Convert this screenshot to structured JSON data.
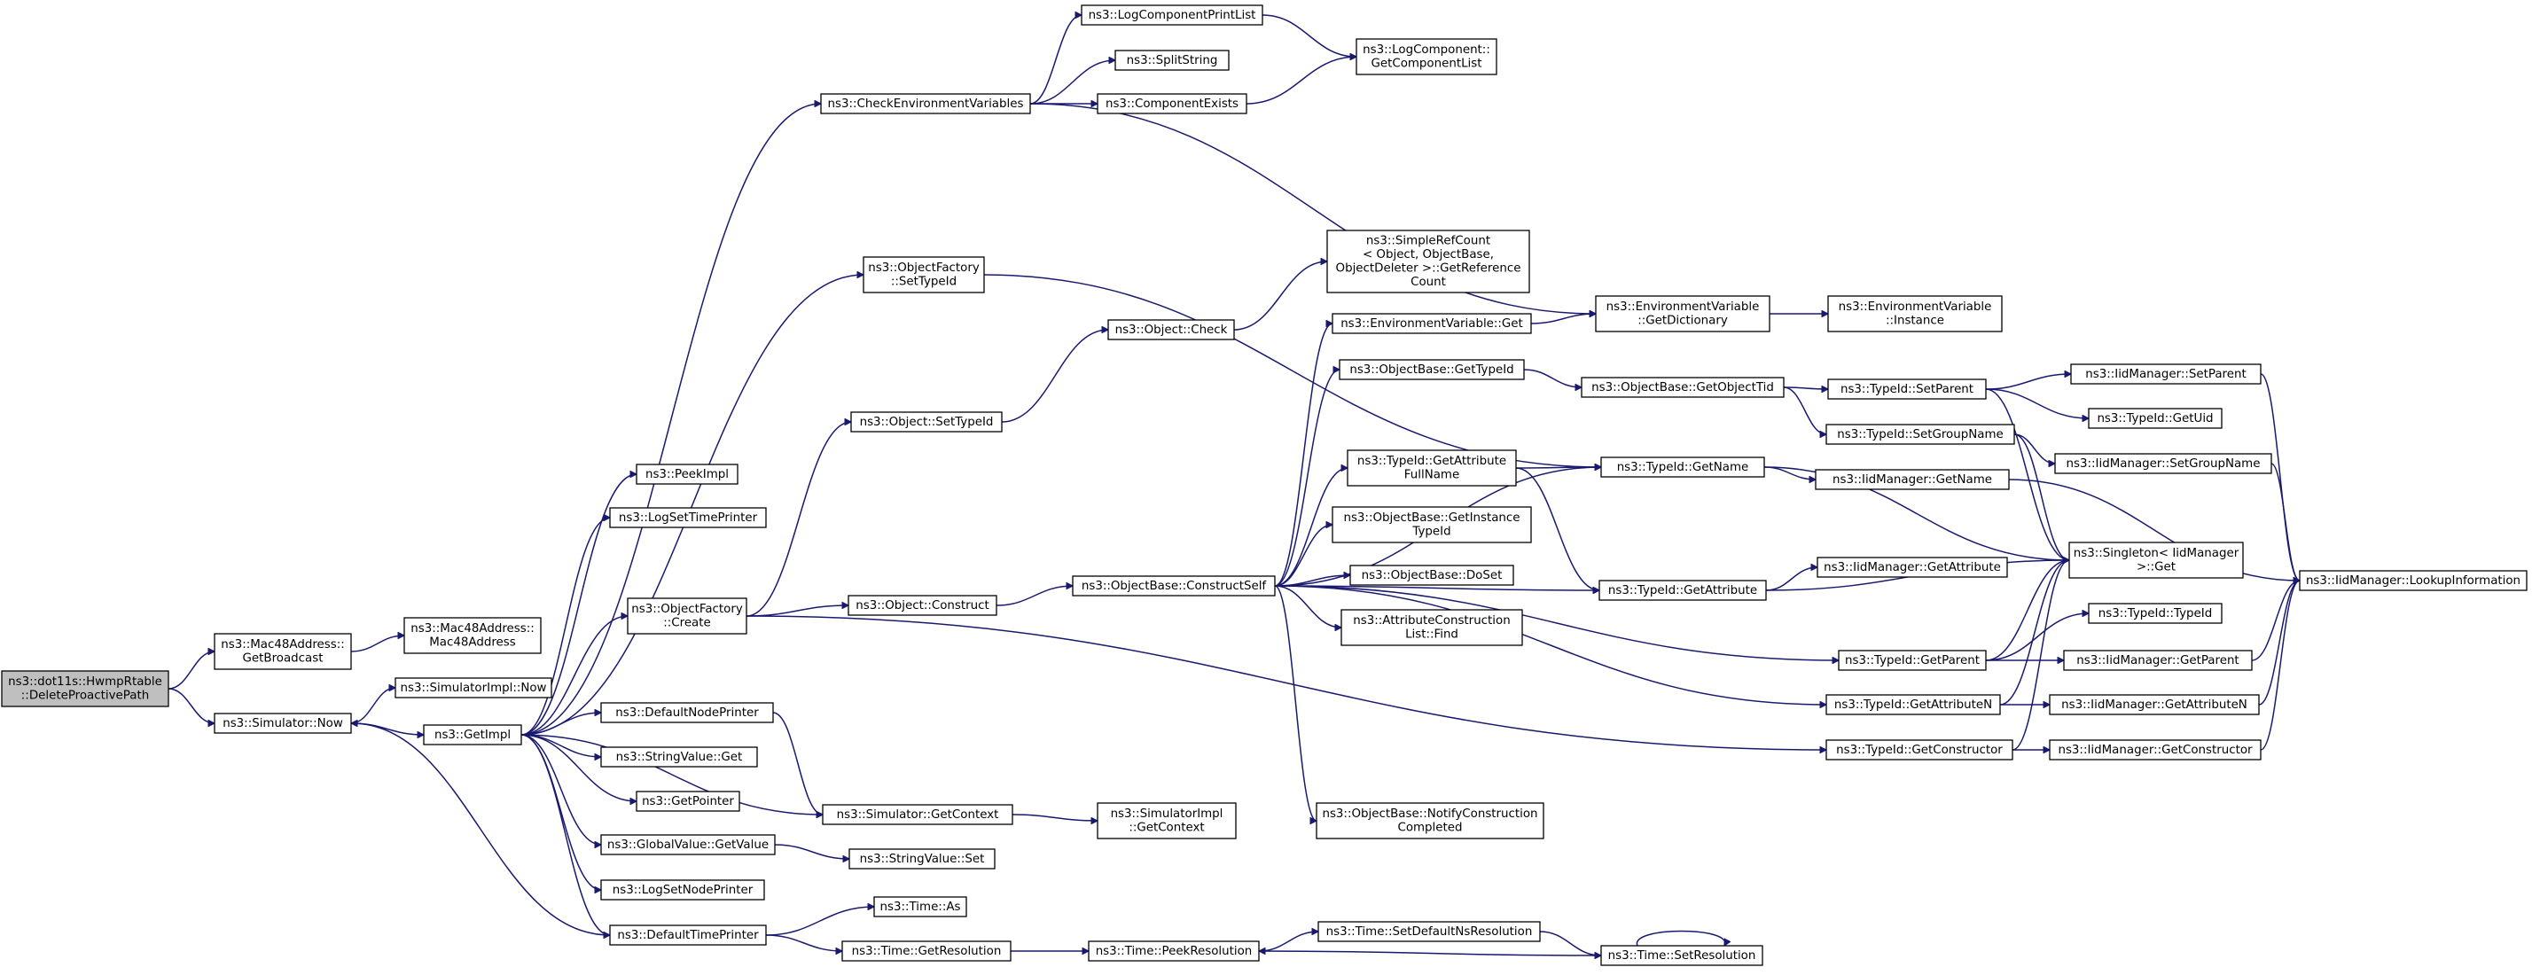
{
  "diagram": {
    "title": "",
    "colors": {
      "edge": "#191970",
      "root_fill": "#bfbfbf",
      "node_fill": "#ffffff",
      "node_border": "#000000"
    },
    "nodes": [
      {
        "id": "root",
        "lines": [
          "ns3::dot11s::HwmpRtable",
          "::DeleteProactivePath"
        ],
        "root": true
      },
      {
        "id": "mac_bc",
        "lines": [
          "ns3::Mac48Address::",
          "GetBroadcast"
        ]
      },
      {
        "id": "mac_ctor",
        "lines": [
          "ns3::Mac48Address::",
          "Mac48Address"
        ]
      },
      {
        "id": "sim_now",
        "lines": [
          "ns3::Simulator::Now"
        ]
      },
      {
        "id": "simimpl_now",
        "lines": [
          "ns3::SimulatorImpl::Now"
        ]
      },
      {
        "id": "getimpl",
        "lines": [
          "ns3::GetImpl"
        ]
      },
      {
        "id": "peekimpl",
        "lines": [
          "ns3::PeekImpl"
        ]
      },
      {
        "id": "logsettime",
        "lines": [
          "ns3::LogSetTimePrinter"
        ]
      },
      {
        "id": "of_create",
        "lines": [
          "ns3::ObjectFactory",
          "::Create"
        ]
      },
      {
        "id": "defnode",
        "lines": [
          "ns3::DefaultNodePrinter"
        ]
      },
      {
        "id": "strval_get",
        "lines": [
          "ns3::StringValue::Get"
        ]
      },
      {
        "id": "getpointer",
        "lines": [
          "ns3::GetPointer"
        ]
      },
      {
        "id": "gv_getvalue",
        "lines": [
          "ns3::GlobalValue::GetValue"
        ]
      },
      {
        "id": "logsetnode",
        "lines": [
          "ns3::LogSetNodePrinter"
        ]
      },
      {
        "id": "deftime",
        "lines": [
          "ns3::DefaultTimePrinter"
        ]
      },
      {
        "id": "checkenv",
        "lines": [
          "ns3::CheckEnvironmentVariables"
        ]
      },
      {
        "id": "of_settypeid",
        "lines": [
          "ns3::ObjectFactory",
          "::SetTypeId"
        ]
      },
      {
        "id": "obj_settypeid",
        "lines": [
          "ns3::Object::SetTypeId"
        ]
      },
      {
        "id": "obj_construct",
        "lines": [
          "ns3::Object::Construct"
        ]
      },
      {
        "id": "sim_getctx",
        "lines": [
          "ns3::Simulator::GetContext"
        ]
      },
      {
        "id": "strval_set",
        "lines": [
          "ns3::StringValue::Set"
        ]
      },
      {
        "id": "time_as",
        "lines": [
          "ns3::Time::As"
        ]
      },
      {
        "id": "time_getres",
        "lines": [
          "ns3::Time::GetResolution"
        ]
      },
      {
        "id": "logcompprint",
        "lines": [
          "ns3::LogComponentPrintList"
        ]
      },
      {
        "id": "splitstring",
        "lines": [
          "ns3::SplitString"
        ]
      },
      {
        "id": "compexists",
        "lines": [
          "ns3::ComponentExists"
        ]
      },
      {
        "id": "obj_check",
        "lines": [
          "ns3::Object::Check"
        ]
      },
      {
        "id": "ob_constructself",
        "lines": [
          "ns3::ObjectBase::ConstructSelf"
        ]
      },
      {
        "id": "simimpl_getctx",
        "lines": [
          "ns3::SimulatorImpl",
          "::GetContext"
        ]
      },
      {
        "id": "time_peekres",
        "lines": [
          "ns3::Time::PeekResolution"
        ]
      },
      {
        "id": "logcomp_list",
        "lines": [
          "ns3::LogComponent::",
          "GetComponentList"
        ]
      },
      {
        "id": "simplerefcount",
        "lines": [
          "ns3::SimpleRefCount",
          "< Object, ObjectBase,",
          "ObjectDeleter >::GetReference",
          "Count"
        ]
      },
      {
        "id": "envvar_get",
        "lines": [
          "ns3::EnvironmentVariable::Get"
        ]
      },
      {
        "id": "ob_gettypeid",
        "lines": [
          "ns3::ObjectBase::GetTypeId"
        ]
      },
      {
        "id": "tid_getattrfull",
        "lines": [
          "ns3::TypeId::GetAttribute",
          "FullName"
        ]
      },
      {
        "id": "ob_getinst",
        "lines": [
          "ns3::ObjectBase::GetInstance",
          "TypeId"
        ]
      },
      {
        "id": "ob_doset",
        "lines": [
          "ns3::ObjectBase::DoSet"
        ]
      },
      {
        "id": "acl_find",
        "lines": [
          "ns3::AttributeConstruction",
          "List::Find"
        ]
      },
      {
        "id": "ob_notify",
        "lines": [
          "ns3::ObjectBase::NotifyConstruction",
          "Completed"
        ]
      },
      {
        "id": "time_setdefns",
        "lines": [
          "ns3::Time::SetDefaultNsResolution"
        ]
      },
      {
        "id": "envvar_getdict",
        "lines": [
          "ns3::EnvironmentVariable",
          "::GetDictionary"
        ]
      },
      {
        "id": "ob_getobjtid",
        "lines": [
          "ns3::ObjectBase::GetObjectTid"
        ]
      },
      {
        "id": "tid_getname",
        "lines": [
          "ns3::TypeId::GetName"
        ]
      },
      {
        "id": "tid_getattr",
        "lines": [
          "ns3::TypeId::GetAttribute"
        ]
      },
      {
        "id": "time_setres",
        "lines": [
          "ns3::Time::SetResolution"
        ]
      },
      {
        "id": "envvar_inst",
        "lines": [
          "ns3::EnvironmentVariable",
          "::Instance"
        ]
      },
      {
        "id": "tid_setparent",
        "lines": [
          "ns3::TypeId::SetParent"
        ]
      },
      {
        "id": "tid_setgroup",
        "lines": [
          "ns3::TypeId::SetGroupName"
        ]
      },
      {
        "id": "iid_getname",
        "lines": [
          "ns3::IidManager::GetName"
        ]
      },
      {
        "id": "iid_getattr",
        "lines": [
          "ns3::IidManager::GetAttribute"
        ]
      },
      {
        "id": "tid_getparent",
        "lines": [
          "ns3::TypeId::GetParent"
        ]
      },
      {
        "id": "tid_getattrn",
        "lines": [
          "ns3::TypeId::GetAttributeN"
        ]
      },
      {
        "id": "tid_getctor",
        "lines": [
          "ns3::TypeId::GetConstructor"
        ]
      },
      {
        "id": "iid_setparent",
        "lines": [
          "ns3::IidManager::SetParent"
        ]
      },
      {
        "id": "tid_getuid",
        "lines": [
          "ns3::TypeId::GetUid"
        ]
      },
      {
        "id": "iid_setgroup",
        "lines": [
          "ns3::IidManager::SetGroupName"
        ]
      },
      {
        "id": "singleton",
        "lines": [
          "ns3::Singleton< IidManager",
          ">::Get"
        ]
      },
      {
        "id": "tid_typeid",
        "lines": [
          "ns3::TypeId::TypeId"
        ]
      },
      {
        "id": "iid_getparent",
        "lines": [
          "ns3::IidManager::GetParent"
        ]
      },
      {
        "id": "iid_getattrn",
        "lines": [
          "ns3::IidManager::GetAttributeN"
        ]
      },
      {
        "id": "iid_getctor",
        "lines": [
          "ns3::IidManager::GetConstructor"
        ]
      },
      {
        "id": "iid_lookup",
        "lines": [
          "ns3::IidManager::LookupInformation"
        ]
      }
    ],
    "edges": [
      [
        "root",
        "mac_bc"
      ],
      [
        "root",
        "sim_now"
      ],
      [
        "mac_bc",
        "mac_ctor"
      ],
      [
        "sim_now",
        "simimpl_now"
      ],
      [
        "sim_now",
        "getimpl"
      ],
      [
        "getimpl",
        "peekimpl"
      ],
      [
        "getimpl",
        "logsettime"
      ],
      [
        "getimpl",
        "checkenv"
      ],
      [
        "getimpl",
        "of_settypeid"
      ],
      [
        "getimpl",
        "of_create"
      ],
      [
        "getimpl",
        "defnode"
      ],
      [
        "getimpl",
        "strval_get"
      ],
      [
        "getimpl",
        "getpointer"
      ],
      [
        "getimpl",
        "gv_getvalue"
      ],
      [
        "getimpl",
        "logsetnode"
      ],
      [
        "getimpl",
        "deftime"
      ],
      [
        "getimpl",
        "sim_getctx"
      ],
      [
        "deftime",
        "sim_now"
      ],
      [
        "deftime",
        "time_as"
      ],
      [
        "deftime",
        "time_getres"
      ],
      [
        "defnode",
        "sim_getctx"
      ],
      [
        "sim_getctx",
        "simimpl_getctx"
      ],
      [
        "gv_getvalue",
        "strval_set"
      ],
      [
        "of_create",
        "obj_settypeid"
      ],
      [
        "of_create",
        "obj_construct"
      ],
      [
        "of_create",
        "tid_getctor"
      ],
      [
        "of_settypeid",
        "tid_getname"
      ],
      [
        "obj_settypeid",
        "obj_check"
      ],
      [
        "obj_check",
        "simplerefcount"
      ],
      [
        "obj_construct",
        "ob_constructself"
      ],
      [
        "checkenv",
        "logcompprint"
      ],
      [
        "checkenv",
        "splitstring"
      ],
      [
        "checkenv",
        "compexists"
      ],
      [
        "checkenv",
        "envvar_getdict"
      ],
      [
        "logcompprint",
        "logcomp_list"
      ],
      [
        "compexists",
        "logcomp_list"
      ],
      [
        "ob_constructself",
        "envvar_get"
      ],
      [
        "ob_constructself",
        "ob_gettypeid"
      ],
      [
        "ob_constructself",
        "tid_getname"
      ],
      [
        "ob_constructself",
        "tid_getattrfull"
      ],
      [
        "ob_constructself",
        "ob_getinst"
      ],
      [
        "ob_constructself",
        "ob_doset"
      ],
      [
        "ob_constructself",
        "acl_find"
      ],
      [
        "ob_constructself",
        "tid_getattr"
      ],
      [
        "ob_constructself",
        "tid_getparent"
      ],
      [
        "ob_constructself",
        "tid_getattrn"
      ],
      [
        "ob_constructself",
        "ob_notify"
      ],
      [
        "envvar_get",
        "envvar_getdict"
      ],
      [
        "envvar_getdict",
        "envvar_inst"
      ],
      [
        "ob_gettypeid",
        "ob_getobjtid"
      ],
      [
        "ob_getobjtid",
        "tid_setparent"
      ],
      [
        "ob_getobjtid",
        "tid_setgroup"
      ],
      [
        "tid_getattrfull",
        "tid_getname"
      ],
      [
        "tid_getattrfull",
        "tid_getattr"
      ],
      [
        "tid_getname",
        "iid_getname"
      ],
      [
        "tid_getname",
        "singleton"
      ],
      [
        "tid_getattr",
        "iid_getattr"
      ],
      [
        "tid_getattr",
        "singleton"
      ],
      [
        "tid_setparent",
        "iid_setparent"
      ],
      [
        "tid_setparent",
        "tid_getuid"
      ],
      [
        "tid_setparent",
        "singleton"
      ],
      [
        "tid_setgroup",
        "iid_setgroup"
      ],
      [
        "tid_setgroup",
        "singleton"
      ],
      [
        "tid_getparent",
        "tid_typeid"
      ],
      [
        "tid_getparent",
        "iid_getparent"
      ],
      [
        "tid_getparent",
        "singleton"
      ],
      [
        "tid_getattrn",
        "iid_getattrn"
      ],
      [
        "tid_getattrn",
        "singleton"
      ],
      [
        "tid_getctor",
        "iid_getctor"
      ],
      [
        "tid_getctor",
        "singleton"
      ],
      [
        "iid_setparent",
        "iid_lookup"
      ],
      [
        "iid_setgroup",
        "iid_lookup"
      ],
      [
        "iid_getname",
        "iid_lookup"
      ],
      [
        "iid_getparent",
        "iid_lookup"
      ],
      [
        "iid_getattrn",
        "iid_lookup"
      ],
      [
        "iid_getctor",
        "iid_lookup"
      ],
      [
        "time_getres",
        "time_peekres"
      ],
      [
        "time_peekres",
        "time_setdefns"
      ],
      [
        "time_setdefns",
        "time_setres"
      ],
      [
        "time_setres",
        "time_peekres"
      ],
      [
        "time_setres",
        "time_setres"
      ]
    ]
  }
}
